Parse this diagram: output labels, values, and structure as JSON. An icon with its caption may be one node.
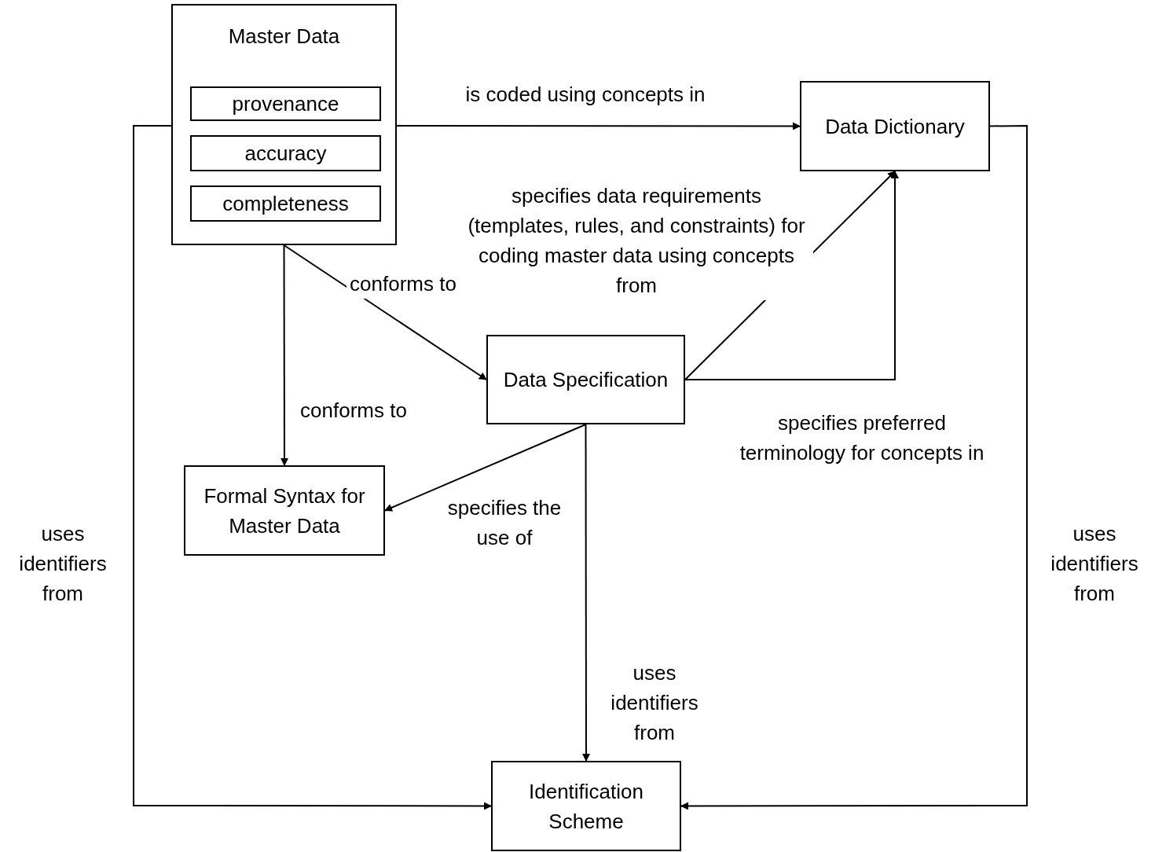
{
  "diagram": {
    "nodes": [
      {
        "text": [
          "Master Data"
        ]
      },
      {
        "text": [
          "provenance"
        ],
        "in": 0
      },
      {
        "text": [
          "accuracy"
        ],
        "in": 0
      },
      {
        "text": [
          "completeness"
        ],
        "in": 0
      },
      {
        "text": [
          "Data Dictionary"
        ]
      },
      {
        "text": [
          "Data Specification"
        ]
      },
      {
        "text": [
          "Formal Syntax for Master Data"
        ]
      },
      {
        "text": [
          "Identification Scheme"
        ]
      }
    ],
    "edges": [
      {
        "from": 0,
        "to": 4,
        "arrow": "to",
        "label": "is coded using concepts in"
      },
      {
        "from": 0,
        "to": 5,
        "arrow": "to",
        "label": "conforms to"
      },
      {
        "from": 0,
        "to": 6,
        "arrow": "to",
        "label": "conforms to"
      },
      {
        "from": 5,
        "to": 4,
        "arrow": "to",
        "label": "specifies data requirements (templates, rules, and constraints) for coding master data using concepts from"
      },
      {
        "from": 5,
        "to": 4,
        "arrow": "to",
        "label": "specifies preferred terminology for concepts in"
      },
      {
        "from": 5,
        "to": 6,
        "arrow": "to",
        "label": "specifies the use of"
      },
      {
        "from": 5,
        "to": 7,
        "arrow": "to",
        "label": "uses identifiers from"
      },
      {
        "from": 0,
        "to": 7,
        "arrow": "to",
        "label": "uses identifiers from"
      },
      {
        "from": 4,
        "to": 7,
        "arrow": "to",
        "label": "uses identifiers from"
      }
    ]
  }
}
